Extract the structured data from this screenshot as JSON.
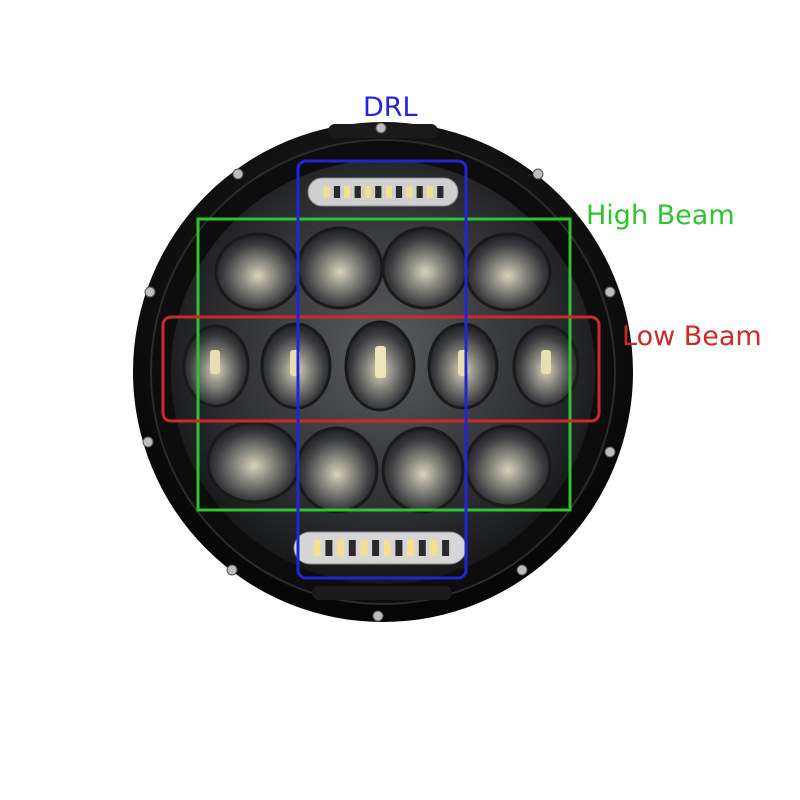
{
  "labels": {
    "drl": "DRL",
    "high_beam": "High Beam",
    "low_beam": "Low Beam"
  },
  "colors": {
    "drl": "#2424d6",
    "high_beam": "#2ec42e",
    "low_beam": "#cc2a2a",
    "housing": "#111111",
    "lens": "#3a3d40",
    "led": "#f3e7a8"
  },
  "headlight": {
    "upper_rows_lens_count": 4,
    "middle_row_lens_count": 5,
    "drl_strip_segment_count": 12
  }
}
